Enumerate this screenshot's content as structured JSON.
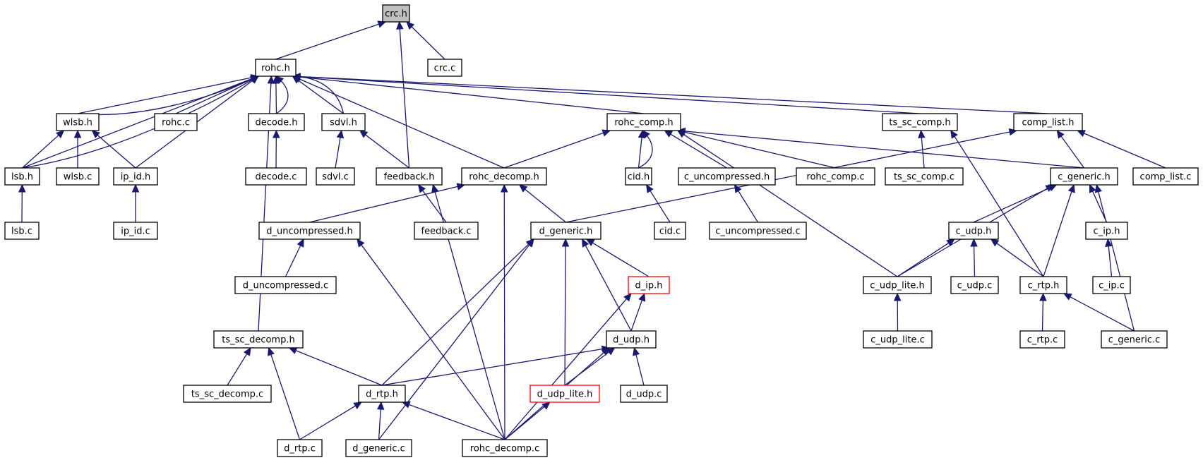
{
  "colors": {
    "edge": "#191970",
    "node_border": "#000000",
    "highlight_border": "#ff0000",
    "focus_fill": "#bfbfbf"
  },
  "nodes": [
    {
      "id": "crc_h",
      "label": "crc.h",
      "style": "focus"
    },
    {
      "id": "rohc_h",
      "label": "rohc.h"
    },
    {
      "id": "crc_c",
      "label": "crc.c"
    },
    {
      "id": "wlsb_h",
      "label": "wlsb.h"
    },
    {
      "id": "rohc_c",
      "label": "rohc.c"
    },
    {
      "id": "decode_h",
      "label": "decode.h"
    },
    {
      "id": "sdvl_h",
      "label": "sdvl.h"
    },
    {
      "id": "rohc_comp_h",
      "label": "rohc_comp.h"
    },
    {
      "id": "ts_sc_comp_h",
      "label": "ts_sc_comp.h"
    },
    {
      "id": "comp_list_h",
      "label": "comp_list.h"
    },
    {
      "id": "lsb_h",
      "label": "lsb.h"
    },
    {
      "id": "wlsb_c",
      "label": "wlsb.c"
    },
    {
      "id": "ip_id_h",
      "label": "ip_id.h"
    },
    {
      "id": "decode_c",
      "label": "decode.c"
    },
    {
      "id": "sdvl_c",
      "label": "sdvl.c"
    },
    {
      "id": "feedback_h",
      "label": "feedback.h"
    },
    {
      "id": "rohc_decomp_h",
      "label": "rohc_decomp.h"
    },
    {
      "id": "cid_h",
      "label": "cid.h"
    },
    {
      "id": "c_uncompressed_h",
      "label": "c_uncompressed.h"
    },
    {
      "id": "rohc_comp_c",
      "label": "rohc_comp.c"
    },
    {
      "id": "ts_sc_comp_c",
      "label": "ts_sc_comp.c"
    },
    {
      "id": "c_generic_h",
      "label": "c_generic.h"
    },
    {
      "id": "comp_list_c",
      "label": "comp_list.c"
    },
    {
      "id": "lsb_c",
      "label": "lsb.c"
    },
    {
      "id": "ip_id_c",
      "label": "ip_id.c"
    },
    {
      "id": "d_uncompressed_h",
      "label": "d_uncompressed.h"
    },
    {
      "id": "feedback_c",
      "label": "feedback.c"
    },
    {
      "id": "d_generic_h",
      "label": "d_generic.h"
    },
    {
      "id": "cid_c",
      "label": "cid.c"
    },
    {
      "id": "c_uncompressed_c",
      "label": "c_uncompressed.c"
    },
    {
      "id": "c_udp_h",
      "label": "c_udp.h"
    },
    {
      "id": "c_ip_h",
      "label": "c_ip.h"
    },
    {
      "id": "d_uncompressed_c",
      "label": "d_uncompressed.c"
    },
    {
      "id": "d_ip_h",
      "label": "d_ip.h",
      "style": "red"
    },
    {
      "id": "c_udp_lite_h",
      "label": "c_udp_lite.h"
    },
    {
      "id": "c_udp_c",
      "label": "c_udp.c"
    },
    {
      "id": "c_rtp_h",
      "label": "c_rtp.h"
    },
    {
      "id": "c_ip_c",
      "label": "c_ip.c"
    },
    {
      "id": "ts_sc_decomp_h",
      "label": "ts_sc_decomp.h"
    },
    {
      "id": "d_udp_h",
      "label": "d_udp.h"
    },
    {
      "id": "c_udp_lite_c",
      "label": "c_udp_lite.c"
    },
    {
      "id": "c_rtp_c",
      "label": "c_rtp.c"
    },
    {
      "id": "c_generic_c",
      "label": "c_generic.c"
    },
    {
      "id": "ts_sc_decomp_c",
      "label": "ts_sc_decomp.c"
    },
    {
      "id": "d_rtp_h",
      "label": "d_rtp.h"
    },
    {
      "id": "d_udp_lite_h",
      "label": "d_udp_lite.h",
      "style": "red"
    },
    {
      "id": "d_udp_c",
      "label": "d_udp.c"
    },
    {
      "id": "d_rtp_c",
      "label": "d_rtp.c"
    },
    {
      "id": "d_generic_c",
      "label": "d_generic.c"
    },
    {
      "id": "rohc_decomp_c",
      "label": "rohc_decomp.c"
    }
  ],
  "edges": [
    [
      "rohc_h",
      "crc_h"
    ],
    [
      "crc_c",
      "crc_h"
    ],
    [
      "feedback_h",
      "crc_h"
    ],
    [
      "lsb_h",
      "rohc_h"
    ],
    [
      "lsb_h",
      "rohc_h"
    ],
    [
      "wlsb_h",
      "rohc_h"
    ],
    [
      "wlsb_h",
      "rohc_h"
    ],
    [
      "ip_id_h",
      "rohc_h"
    ],
    [
      "rohc_c",
      "rohc_h"
    ],
    [
      "decode_h",
      "rohc_h"
    ],
    [
      "decode_h",
      "rohc_h"
    ],
    [
      "sdvl_h",
      "rohc_h"
    ],
    [
      "sdvl_h",
      "rohc_h"
    ],
    [
      "rohc_comp_h",
      "rohc_h"
    ],
    [
      "rohc_decomp_h",
      "rohc_h"
    ],
    [
      "ts_sc_comp_h",
      "rohc_h"
    ],
    [
      "comp_list_h",
      "rohc_h"
    ],
    [
      "ts_sc_decomp_h",
      "rohc_h"
    ],
    [
      "lsb_h",
      "wlsb_h"
    ],
    [
      "wlsb_c",
      "wlsb_h"
    ],
    [
      "ip_id_h",
      "wlsb_h"
    ],
    [
      "lsb_c",
      "lsb_h"
    ],
    [
      "ip_id_c",
      "ip_id_h"
    ],
    [
      "decode_c",
      "decode_h"
    ],
    [
      "sdvl_c",
      "sdvl_h"
    ],
    [
      "feedback_h",
      "sdvl_h"
    ],
    [
      "rohc_decomp_h",
      "rohc_comp_h"
    ],
    [
      "cid_h",
      "rohc_comp_h"
    ],
    [
      "cid_h",
      "rohc_comp_h"
    ],
    [
      "c_uncompressed_h",
      "rohc_comp_h"
    ],
    [
      "rohc_comp_c",
      "rohc_comp_h"
    ],
    [
      "c_generic_h",
      "rohc_comp_h"
    ],
    [
      "c_udp_lite_h",
      "rohc_comp_h"
    ],
    [
      "ts_sc_comp_c",
      "ts_sc_comp_h"
    ],
    [
      "c_rtp_h",
      "ts_sc_comp_h"
    ],
    [
      "c_generic_h",
      "comp_list_h"
    ],
    [
      "comp_list_c",
      "comp_list_h"
    ],
    [
      "d_generic_h",
      "comp_list_h"
    ],
    [
      "feedback_c",
      "feedback_h"
    ],
    [
      "rohc_decomp_c",
      "feedback_h"
    ],
    [
      "d_uncompressed_h",
      "rohc_decomp_h"
    ],
    [
      "d_generic_h",
      "rohc_decomp_h"
    ],
    [
      "rohc_decomp_c",
      "rohc_decomp_h"
    ],
    [
      "cid_c",
      "cid_h"
    ],
    [
      "c_uncompressed_c",
      "c_uncompressed_h"
    ],
    [
      "c_udp_h",
      "c_generic_h"
    ],
    [
      "c_ip_h",
      "c_generic_h"
    ],
    [
      "c_rtp_h",
      "c_generic_h"
    ],
    [
      "c_udp_lite_h",
      "c_generic_h"
    ],
    [
      "c_generic_c",
      "c_generic_h"
    ],
    [
      "d_uncompressed_c",
      "d_uncompressed_h"
    ],
    [
      "rohc_decomp_c",
      "d_uncompressed_h"
    ],
    [
      "d_ip_h",
      "d_generic_h"
    ],
    [
      "d_udp_h",
      "d_generic_h"
    ],
    [
      "d_rtp_h",
      "d_generic_h"
    ],
    [
      "d_udp_lite_h",
      "d_generic_h"
    ],
    [
      "d_generic_c",
      "d_generic_h"
    ],
    [
      "c_udp_lite_h",
      "c_udp_h"
    ],
    [
      "c_udp_c",
      "c_udp_h"
    ],
    [
      "c_rtp_h",
      "c_udp_h"
    ],
    [
      "c_ip_c",
      "c_ip_h"
    ],
    [
      "d_udp_h",
      "d_ip_h"
    ],
    [
      "rohc_decomp_c",
      "d_ip_h"
    ],
    [
      "c_udp_lite_c",
      "c_udp_lite_h"
    ],
    [
      "c_rtp_c",
      "c_rtp_h"
    ],
    [
      "c_generic_c",
      "c_rtp_h"
    ],
    [
      "ts_sc_decomp_c",
      "ts_sc_decomp_h"
    ],
    [
      "d_rtp_h",
      "ts_sc_decomp_h"
    ],
    [
      "d_rtp_c",
      "ts_sc_decomp_h"
    ],
    [
      "d_rtp_h",
      "d_udp_h"
    ],
    [
      "d_udp_lite_h",
      "d_udp_h"
    ],
    [
      "d_udp_c",
      "d_udp_h"
    ],
    [
      "rohc_decomp_c",
      "d_udp_h"
    ],
    [
      "d_rtp_c",
      "d_rtp_h"
    ],
    [
      "d_generic_c",
      "d_rtp_h"
    ],
    [
      "rohc_decomp_c",
      "d_rtp_h"
    ],
    [
      "rohc_decomp_c",
      "d_udp_lite_h"
    ]
  ]
}
